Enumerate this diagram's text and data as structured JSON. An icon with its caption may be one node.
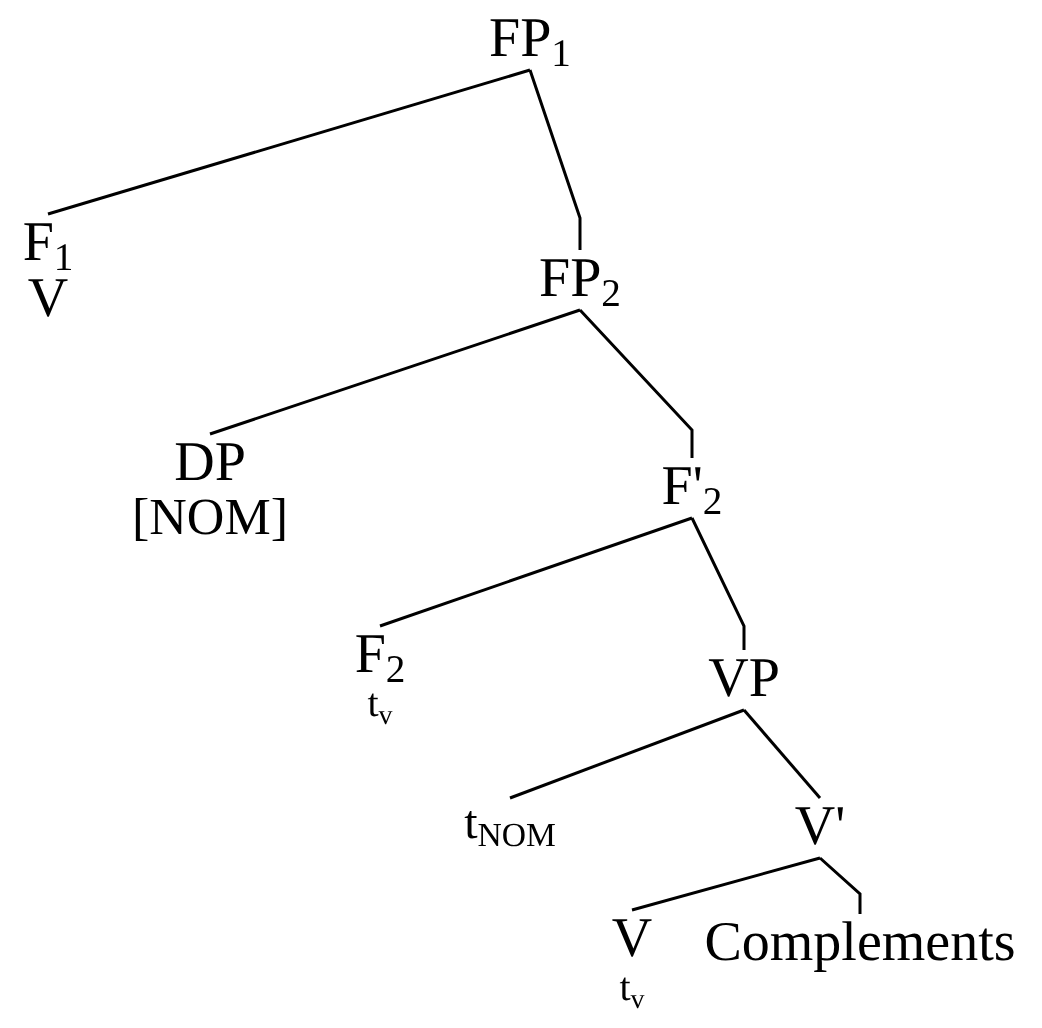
{
  "diagram": {
    "nodes": [
      {
        "text": [
          "FP$_{1}$"
        ]
      },
      {
        "text": [
          "F$_{1}$",
          "V"
        ]
      },
      {
        "text": [
          "FP$_{2}$"
        ]
      },
      {
        "text": [
          "DP",
          "[NOM]"
        ]
      },
      {
        "text": [
          "F'$_{2}$"
        ]
      },
      {
        "text": [
          "F$_{2}$",
          "t$_{v}$"
        ]
      },
      {
        "text": [
          "VP"
        ]
      },
      {
        "text": [
          "t$_{NOM}$"
        ]
      },
      {
        "text": [
          "V'"
        ]
      },
      {
        "text": [
          "V",
          "t$_{v}$"
        ]
      },
      {
        "text": [
          "Complements"
        ]
      }
    ],
    "edges": [
      {
        "from": 0,
        "to": 1,
        "arrow": "none"
      },
      {
        "from": 0,
        "to": 2,
        "arrow": "none"
      },
      {
        "from": 2,
        "to": 3,
        "arrow": "none"
      },
      {
        "from": 2,
        "to": 4,
        "arrow": "none"
      },
      {
        "from": 4,
        "to": 5,
        "arrow": "none"
      },
      {
        "from": 4,
        "to": 6,
        "arrow": "none"
      },
      {
        "from": 6,
        "to": 7,
        "arrow": "none"
      },
      {
        "from": 6,
        "to": 8,
        "arrow": "none"
      },
      {
        "from": 8,
        "to": 9,
        "arrow": "none"
      },
      {
        "from": 8,
        "to": 10,
        "arrow": "none"
      }
    ]
  }
}
